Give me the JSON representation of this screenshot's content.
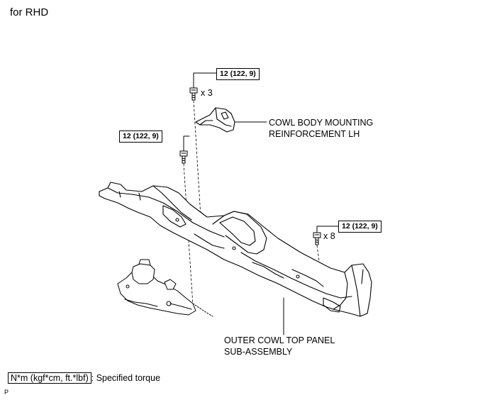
{
  "header": {
    "title": "for RHD"
  },
  "torque_labels": {
    "top": "12 (122, 9)",
    "left": "12 (122, 9)",
    "right": "12 (122, 9)"
  },
  "quantities": {
    "top": "x 3",
    "right": "x 8"
  },
  "callouts": {
    "reinforcement_line1": "COWL BODY MOUNTING",
    "reinforcement_line2": "REINFORCEMENT LH",
    "panel_line1": "OUTER COWL TOP PANEL",
    "panel_line2": "SUB-ASSEMBLY"
  },
  "legend": {
    "unit_box": "N*m (kgf*cm, ft.*lbf)",
    "description": ": Specified torque"
  },
  "footer": {
    "mark": "P"
  }
}
